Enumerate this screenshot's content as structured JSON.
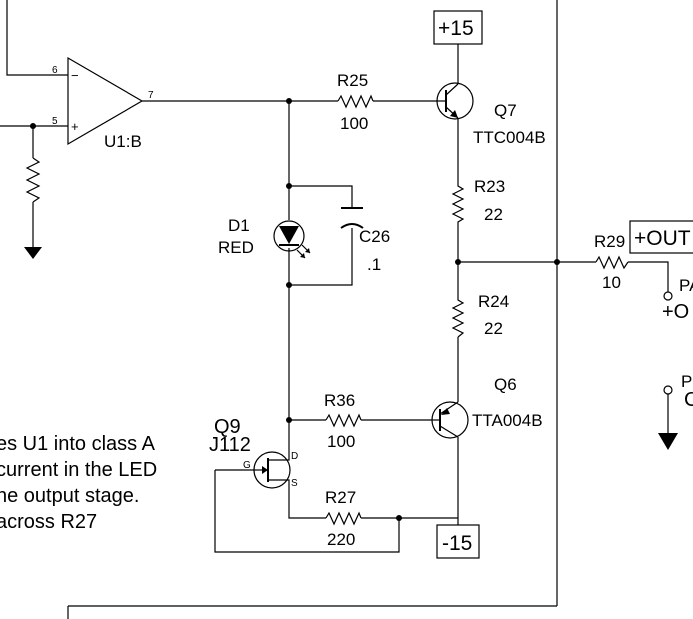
{
  "schematic": {
    "opamp": {
      "ref": "U1:B",
      "pin_minus": "6",
      "pin_plus": "5",
      "pin_out": "7",
      "sym_minus": "−",
      "sym_plus": "+"
    },
    "rails": {
      "positive": "+15",
      "negative": "-15"
    },
    "resistors": {
      "r25": {
        "ref": "R25",
        "value": "100"
      },
      "r23": {
        "ref": "R23",
        "value": "22"
      },
      "r24": {
        "ref": "R24",
        "value": "22"
      },
      "r29": {
        "ref": "R29",
        "value": "10"
      },
      "r36": {
        "ref": "R36",
        "value": "100"
      },
      "r27": {
        "ref": "R27",
        "value": "220"
      }
    },
    "transistors": {
      "q7": {
        "ref": "Q7",
        "part": "TTC004B"
      },
      "q6": {
        "ref": "Q6",
        "part": "TTA004B"
      },
      "q9": {
        "ref": "Q9",
        "part": "J112",
        "pin_g": "G",
        "pin_d": "D",
        "pin_s": "S"
      }
    },
    "led": {
      "ref": "D1",
      "value": "RED"
    },
    "capacitor": {
      "ref": "C26",
      "value": ".1"
    },
    "output": {
      "label": "+OUT",
      "partial_1": "PA",
      "partial_2": "+O",
      "partial_3": "P",
      "partial_4": "C"
    },
    "note_lines": [
      "es U1 into class A",
      " current in the LED",
      "he output stage.",
      " across R27"
    ]
  }
}
